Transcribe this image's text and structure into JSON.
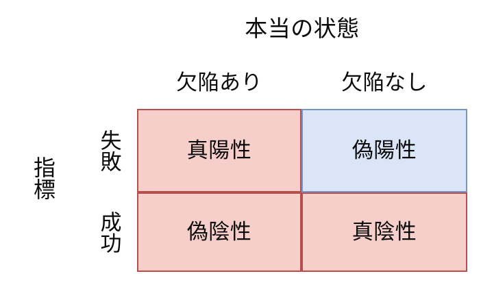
{
  "diagram": {
    "kind": "confusion-matrix",
    "column_group_title": "本当の状態",
    "row_group_title": "指標",
    "column_headers": [
      "欠陥あり",
      "欠陥なし"
    ],
    "row_headers": [
      "失敗",
      "成功"
    ],
    "cells": {
      "true_positive": "真陽性",
      "false_positive": "偽陽性",
      "false_negative": "偽陰性",
      "true_negative": "真陰性"
    },
    "colors": {
      "pink_fill": "#F6CFCB",
      "pink_border": "#B94E4E",
      "blue_fill": "#DAE5F8",
      "blue_border": "#7596C6",
      "text": "#0A0A0A",
      "background": "#FFFFFF"
    }
  }
}
